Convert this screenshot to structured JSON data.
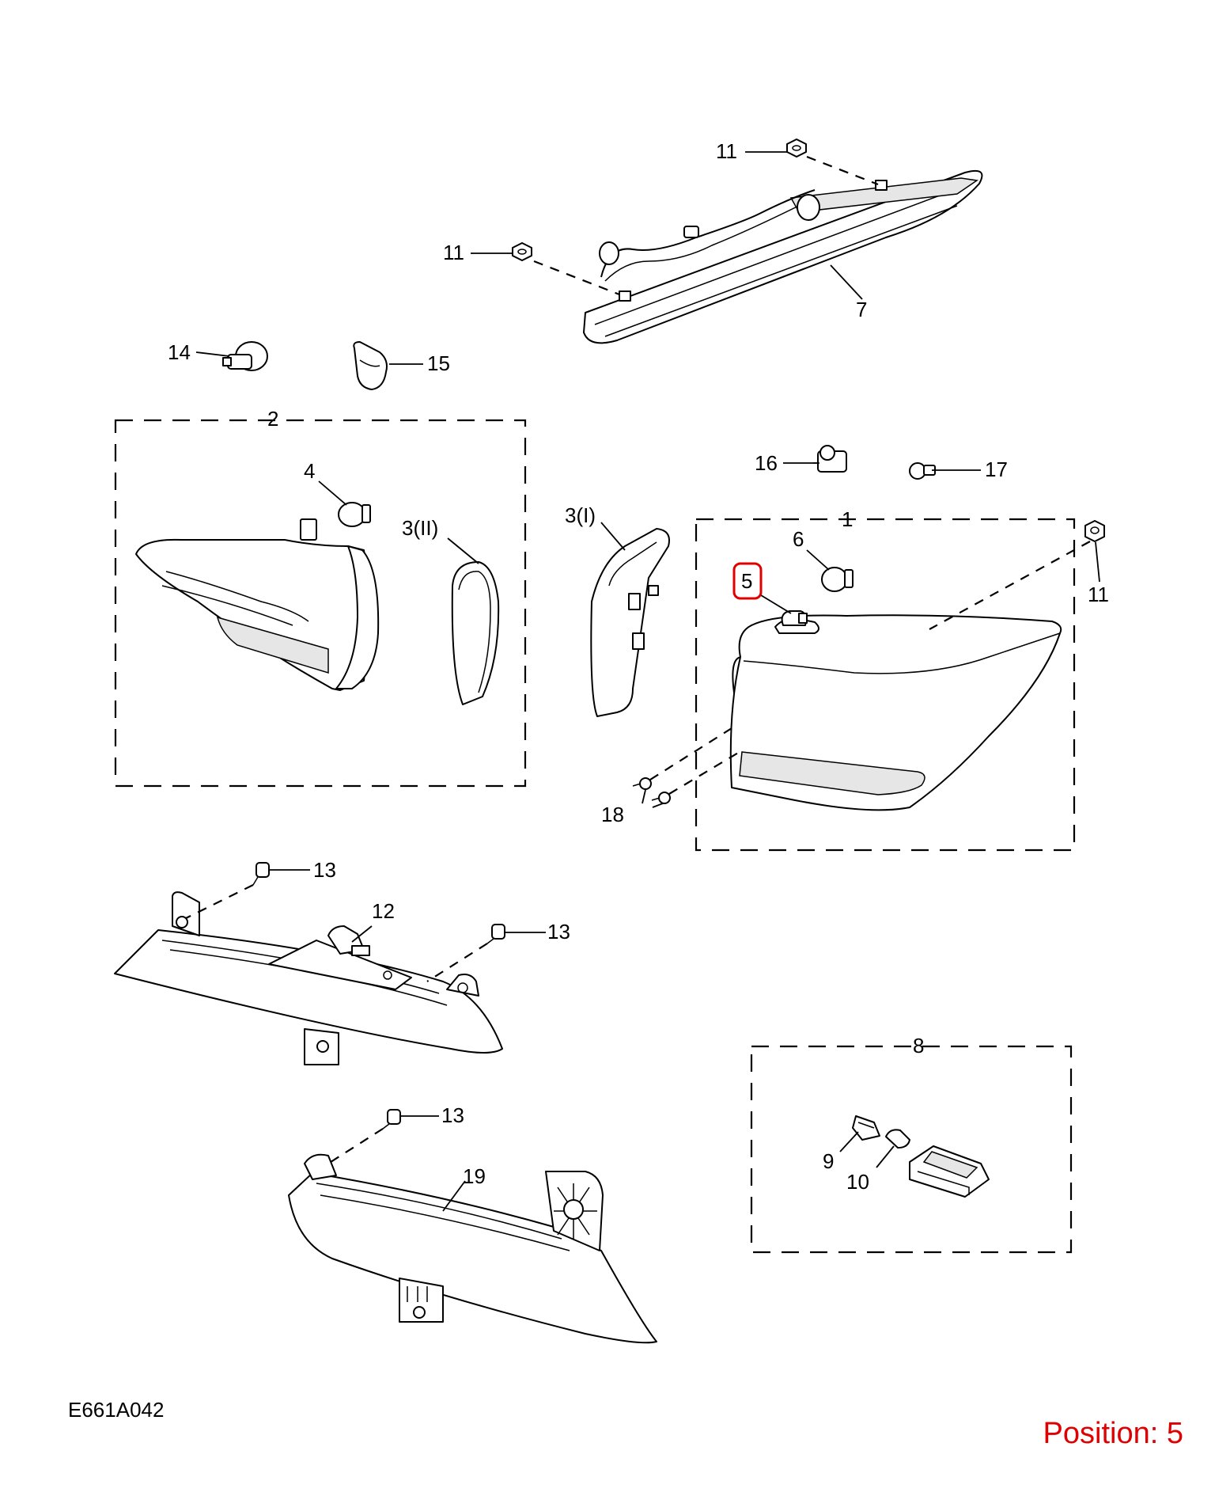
{
  "diagram_code": "E661A042",
  "position_text": "Position: 5",
  "highlight_color": "#e00000",
  "callouts": {
    "c1": "1",
    "c2": "2",
    "c3i": "3(I)",
    "c3ii": "3(II)",
    "c4": "4",
    "c5": "5",
    "c6": "6",
    "c7": "7",
    "c8": "8",
    "c9": "9",
    "c10": "10",
    "c11a": "11",
    "c11b": "11",
    "c11c": "11",
    "c12": "12",
    "c13a": "13",
    "c13b": "13",
    "c13c": "13",
    "c14": "14",
    "c15": "15",
    "c16": "16",
    "c17": "17",
    "c18": "18",
    "c19": "19"
  }
}
